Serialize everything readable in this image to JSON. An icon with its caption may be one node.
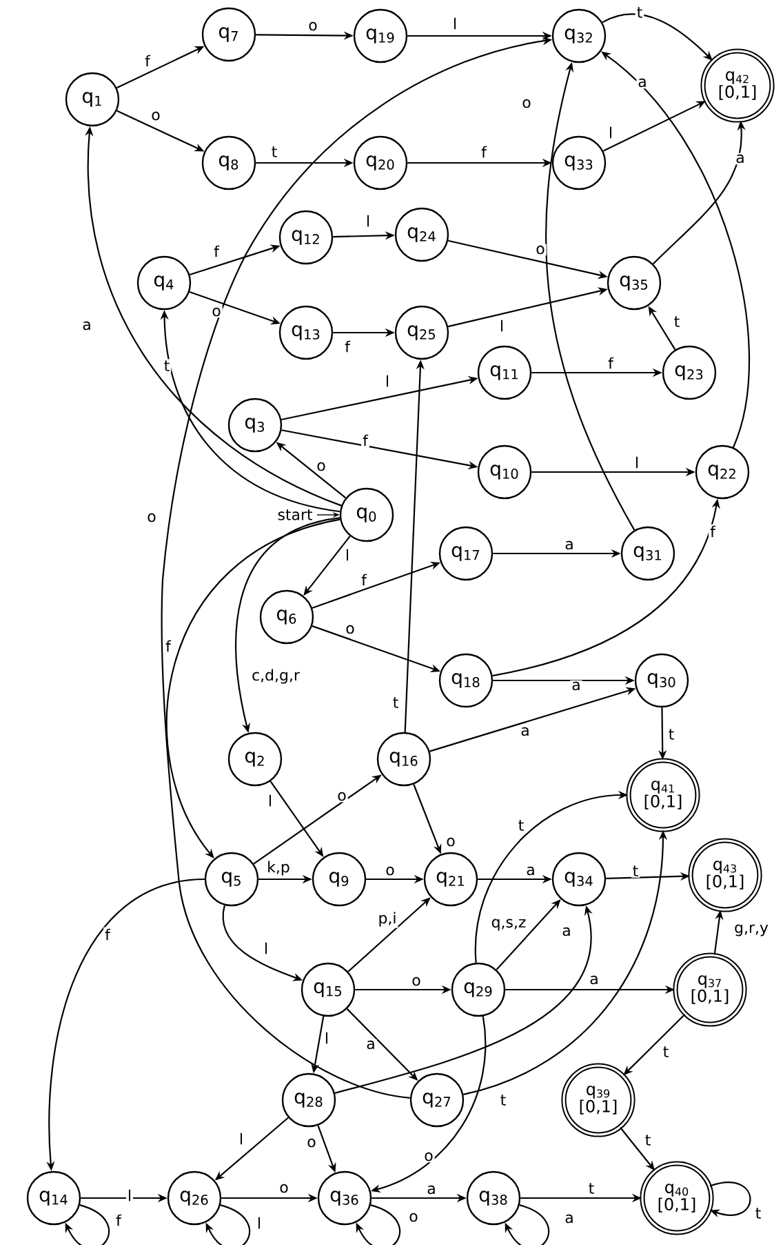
{
  "diagram": {
    "nodes": [
      {
        "text": [
          "q$_{0}$"
        ]
      },
      {
        "text": [
          "q$_{1}$"
        ]
      },
      {
        "text": [
          "q$_{2}$"
        ]
      },
      {
        "text": [
          "q$_{3}$"
        ]
      },
      {
        "text": [
          "q$_{4}$"
        ]
      },
      {
        "text": [
          "q$_{5}$"
        ]
      },
      {
        "text": [
          "q$_{6}$"
        ]
      },
      {
        "text": [
          "q$_{7}$"
        ]
      },
      {
        "text": [
          "q$_{8}$"
        ]
      },
      {
        "text": [
          "q$_{9}$"
        ]
      },
      {
        "text": [
          "q$_{10}$"
        ]
      },
      {
        "text": [
          "q$_{11}$"
        ]
      },
      {
        "text": [
          "q$_{12}$"
        ]
      },
      {
        "text": [
          "q$_{13}$"
        ]
      },
      {
        "text": [
          "q$_{14}$"
        ]
      },
      {
        "text": [
          "q$_{15}$"
        ]
      },
      {
        "text": [
          "q$_{16}$"
        ]
      },
      {
        "text": [
          "q$_{17}$"
        ]
      },
      {
        "text": [
          "q$_{18}$"
        ]
      },
      {
        "text": [
          "q$_{19}$"
        ]
      },
      {
        "text": [
          "q$_{20}$"
        ]
      },
      {
        "text": [
          "q$_{21}$"
        ]
      },
      {
        "text": [
          "q$_{22}$"
        ]
      },
      {
        "text": [
          "q$_{23}$"
        ]
      },
      {
        "text": [
          "q$_{24}$"
        ]
      },
      {
        "text": [
          "q$_{25}$"
        ]
      },
      {
        "text": [
          "q$_{26}$"
        ]
      },
      {
        "text": [
          "q$_{27}$"
        ]
      },
      {
        "text": [
          "q$_{28}$"
        ]
      },
      {
        "text": [
          "q$_{29}$"
        ]
      },
      {
        "text": [
          "q$_{30}$"
        ]
      },
      {
        "text": [
          "q$_{31}$"
        ]
      },
      {
        "text": [
          "q$_{32}$"
        ]
      },
      {
        "text": [
          "q$_{33}$"
        ]
      },
      {
        "text": [
          "q$_{34}$"
        ]
      },
      {
        "text": [
          "q$_{35}$"
        ]
      },
      {
        "text": [
          "q$_{36}$"
        ]
      },
      {
        "text": [
          "q$_{37}$",
          "[0,1]"
        ]
      },
      {
        "text": [
          "q$_{38}$"
        ]
      },
      {
        "text": [
          "q$_{39}$",
          "[0,1]"
        ]
      },
      {
        "text": [
          "q$_{40}$",
          "[0,1]"
        ]
      },
      {
        "text": [
          "q$_{41}$",
          "[0,1]"
        ]
      },
      {
        "text": [
          "q$_{42}$",
          "[0,1]"
        ]
      },
      {
        "text": [
          "q$_{43}$",
          "[0,1]"
        ]
      }
    ],
    "edges": [
      {
        "from": null,
        "to": 0,
        "arrow": "to",
        "label": "start"
      },
      {
        "from": 0,
        "to": 1,
        "arrow": "to",
        "label": "a"
      },
      {
        "from": 0,
        "to": 4,
        "arrow": "to",
        "label": "t"
      },
      {
        "from": 0,
        "to": 3,
        "arrow": "to",
        "label": "o"
      },
      {
        "from": 0,
        "to": 6,
        "arrow": "to",
        "label": "l"
      },
      {
        "from": 0,
        "to": 2,
        "arrow": "to",
        "label": "c,d,g,r"
      },
      {
        "from": 0,
        "to": 5,
        "arrow": "to",
        "label": "f"
      },
      {
        "from": 1,
        "to": 7,
        "arrow": "to",
        "label": "f"
      },
      {
        "from": 1,
        "to": 8,
        "arrow": "to",
        "label": "o"
      },
      {
        "from": 7,
        "to": 19,
        "arrow": "to",
        "label": "o"
      },
      {
        "from": 19,
        "to": 32,
        "arrow": "to",
        "label": "l"
      },
      {
        "from": 32,
        "to": 42,
        "arrow": "to",
        "label": "t"
      },
      {
        "from": 8,
        "to": 20,
        "arrow": "to",
        "label": "t"
      },
      {
        "from": 20,
        "to": 33,
        "arrow": "to",
        "label": "f"
      },
      {
        "from": 33,
        "to": 42,
        "arrow": "to",
        "label": "l"
      },
      {
        "from": 4,
        "to": 12,
        "arrow": "to",
        "label": "f"
      },
      {
        "from": 4,
        "to": 13,
        "arrow": "to",
        "label": "o"
      },
      {
        "from": 12,
        "to": 24,
        "arrow": "to",
        "label": "l"
      },
      {
        "from": 13,
        "to": 25,
        "arrow": "to",
        "label": "f"
      },
      {
        "from": 24,
        "to": 35,
        "arrow": "to",
        "label": "o"
      },
      {
        "from": 25,
        "to": 35,
        "arrow": "to",
        "label": "l"
      },
      {
        "from": 35,
        "to": 42,
        "arrow": "to",
        "label": "a"
      },
      {
        "from": 23,
        "to": 35,
        "arrow": "to",
        "label": "t"
      },
      {
        "from": 11,
        "to": 23,
        "arrow": "to",
        "label": "f"
      },
      {
        "from": 3,
        "to": 11,
        "arrow": "to",
        "label": "l"
      },
      {
        "from": 3,
        "to": 10,
        "arrow": "to",
        "label": "f"
      },
      {
        "from": 10,
        "to": 22,
        "arrow": "to",
        "label": "l"
      },
      {
        "from": 22,
        "to": 32,
        "arrow": "to",
        "label": "a"
      },
      {
        "from": 31,
        "to": 32,
        "arrow": "to",
        "label": "o"
      },
      {
        "from": 6,
        "to": 17,
        "arrow": "to",
        "label": "f"
      },
      {
        "from": 6,
        "to": 18,
        "arrow": "to",
        "label": "o"
      },
      {
        "from": 17,
        "to": 31,
        "arrow": "to",
        "label": "a"
      },
      {
        "from": 18,
        "to": 22,
        "arrow": "to",
        "label": "f"
      },
      {
        "from": 18,
        "to": 30,
        "arrow": "to",
        "label": "a"
      },
      {
        "from": 16,
        "to": 30,
        "arrow": "to",
        "label": "a"
      },
      {
        "from": 30,
        "to": 41,
        "arrow": "to",
        "label": "t"
      },
      {
        "from": 16,
        "to": 25,
        "arrow": "to",
        "label": "t"
      },
      {
        "from": 2,
        "to": 9,
        "arrow": "to",
        "label": "l"
      },
      {
        "from": 5,
        "to": 16,
        "arrow": "to",
        "label": "o"
      },
      {
        "from": 5,
        "to": 9,
        "arrow": "to",
        "label": "k,p"
      },
      {
        "from": 16,
        "to": 21,
        "arrow": "to",
        "label": "o"
      },
      {
        "from": 9,
        "to": 21,
        "arrow": "to",
        "label": "o"
      },
      {
        "from": 21,
        "to": 34,
        "arrow": "to",
        "label": "a"
      },
      {
        "from": 34,
        "to": 43,
        "arrow": "to",
        "label": "t"
      },
      {
        "from": 5,
        "to": 14,
        "arrow": "to",
        "label": "f"
      },
      {
        "from": 5,
        "to": 15,
        "arrow": "to",
        "label": "l"
      },
      {
        "from": 15,
        "to": 21,
        "arrow": "to",
        "label": "p,i"
      },
      {
        "from": 15,
        "to": 29,
        "arrow": "to",
        "label": "o"
      },
      {
        "from": 29,
        "to": 34,
        "arrow": "to",
        "label": "q,s,z"
      },
      {
        "from": 28,
        "to": 34,
        "arrow": "to",
        "label": "a"
      },
      {
        "from": 29,
        "to": 41,
        "arrow": "to",
        "label": "t"
      },
      {
        "from": 29,
        "to": 37,
        "arrow": "to",
        "label": "a"
      },
      {
        "from": 37,
        "to": 43,
        "arrow": "to",
        "label": "g,r,y"
      },
      {
        "from": 37,
        "to": 39,
        "arrow": "to",
        "label": "t"
      },
      {
        "from": 39,
        "to": 40,
        "arrow": "to",
        "label": "t"
      },
      {
        "from": 27,
        "to": 41,
        "arrow": "to",
        "label": "t"
      },
      {
        "from": 27,
        "to": 32,
        "arrow": "to",
        "label": "o"
      },
      {
        "from": 15,
        "to": 28,
        "arrow": "to",
        "label": "l"
      },
      {
        "from": 15,
        "to": 27,
        "arrow": "to",
        "label": "a"
      },
      {
        "from": 29,
        "to": 36,
        "arrow": "to",
        "label": "o"
      },
      {
        "from": 28,
        "to": 26,
        "arrow": "to",
        "label": "l"
      },
      {
        "from": 28,
        "to": 36,
        "arrow": "to",
        "label": "o"
      },
      {
        "from": 14,
        "to": 26,
        "arrow": "to",
        "label": "l"
      },
      {
        "from": 26,
        "to": 36,
        "arrow": "to",
        "label": "o"
      },
      {
        "from": 36,
        "to": 38,
        "arrow": "to",
        "label": "a"
      },
      {
        "from": 38,
        "to": 40,
        "arrow": "to",
        "label": "t"
      },
      {
        "from": 14,
        "to": 14,
        "arrow": "to",
        "label": "f"
      },
      {
        "from": 26,
        "to": 26,
        "arrow": "to",
        "label": "l"
      },
      {
        "from": 36,
        "to": 36,
        "arrow": "to",
        "label": "o"
      },
      {
        "from": 38,
        "to": 38,
        "arrow": "to",
        "label": "a"
      },
      {
        "from": 40,
        "to": 40,
        "arrow": "to",
        "label": "t"
      }
    ]
  }
}
